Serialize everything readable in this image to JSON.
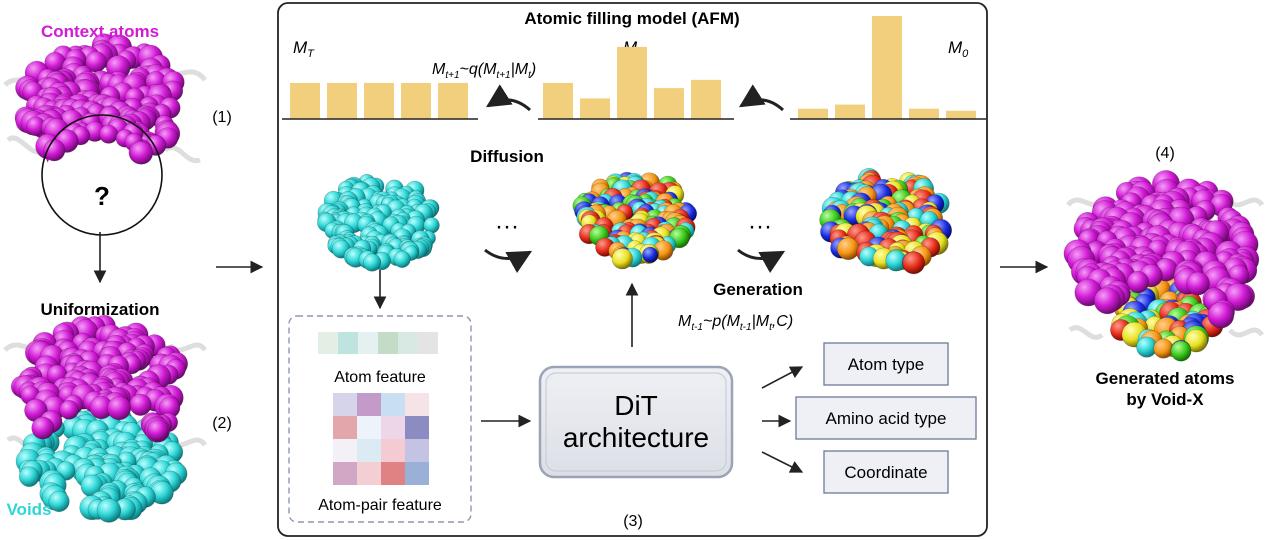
{
  "left_panel": {
    "context_label": "Context atoms",
    "question_mark": "?",
    "step1": "(1)",
    "uniformization_label": "Uniformization",
    "step2": "(2)",
    "voids_label": "Voids"
  },
  "afm": {
    "title": "Atomic filling model (AFM)",
    "label_MT_main": "M",
    "label_MT_sub": "T",
    "label_Mt_main": "M",
    "label_Mt_sub": "t",
    "label_M0_main": "M",
    "label_M0_sub": "0",
    "forward_eq": {
      "p1": "M",
      "s1": "t+1",
      "p2": "~q(M",
      "s2": "t+1",
      "p3": "|M",
      "s3": "t",
      "p4": ")"
    },
    "bars_MT": [
      0.35,
      0.35,
      0.35,
      0.35,
      0.35
    ],
    "bars_Mt": [
      0.35,
      0.2,
      0.7,
      0.3,
      0.38
    ],
    "bars_M0": [
      0.1,
      0.14,
      1.0,
      0.1,
      0.08
    ]
  },
  "middle": {
    "diffusion_label": "Diffusion",
    "ellipsis_1": "···",
    "ellipsis_2": "···",
    "generation_label": "Generation",
    "reverse_eq": {
      "p1": "M",
      "s1": "t-1",
      "p2": "~p(M",
      "s2": "t-1",
      "p3": "|M",
      "s3": "t",
      "p4": ",C)"
    },
    "atom_feature_label": "Atom feature",
    "atom_pair_label": "Atom-pair feature",
    "dit_line1": "DiT",
    "dit_line2": "architecture",
    "step3": "(3)",
    "outputs": [
      "Atom type",
      "Amino acid type",
      "Coordinate"
    ]
  },
  "right_panel": {
    "step4": "(4)",
    "generated_line1": "Generated atoms",
    "generated_line2": "by Void-X"
  },
  "colors": {
    "magenta": "#d21ad6",
    "cyan": "#2fd6d6",
    "bar": "#f2cf7d",
    "dit_fill": "#e6e7ec",
    "dit_border": "#9aa3b8",
    "output_border": "#6d7a97"
  }
}
